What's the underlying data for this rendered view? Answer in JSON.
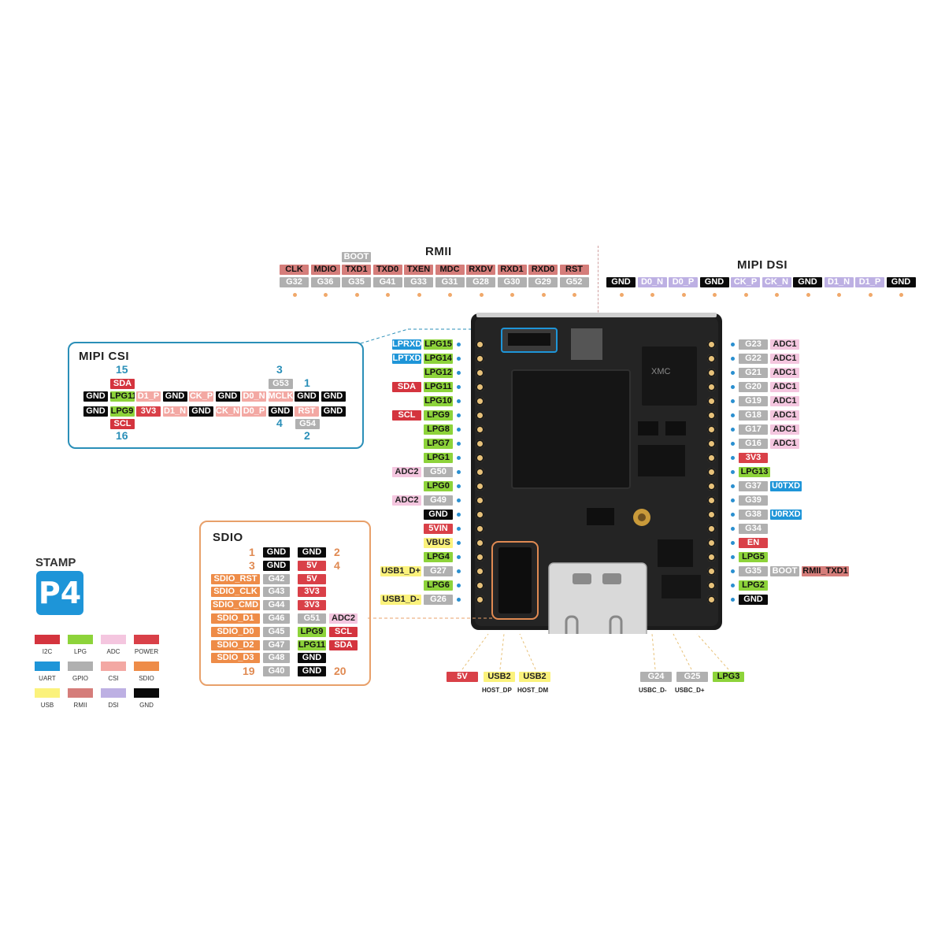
{
  "sections": {
    "rmii": "RMII",
    "mipi_dsi": "MIPI DSI",
    "mipi_csi": "MIPI CSI",
    "sdio": "SDIO"
  },
  "logo": {
    "line1": "STAMP",
    "line2": "P4"
  },
  "legend": [
    {
      "label": "I2C",
      "class": "i2c",
      "color": "#d4343e"
    },
    {
      "label": "LPG",
      "class": "lpg",
      "color": "#8dd33a"
    },
    {
      "label": "ADC",
      "class": "adc",
      "color": "#f4c6df"
    },
    {
      "label": "POWER",
      "class": "power",
      "color": "#d94048"
    },
    {
      "label": "UART",
      "class": "uart",
      "color": "#1e95d8"
    },
    {
      "label": "GPIO",
      "class": "gpio",
      "color": "#b0b0b0"
    },
    {
      "label": "CSI",
      "class": "csi",
      "color": "#f3a8a3"
    },
    {
      "label": "SDIO",
      "class": "sdio",
      "color": "#ee8c48"
    },
    {
      "label": "USB",
      "class": "usb",
      "color": "#fbf27c"
    },
    {
      "label": "RMII",
      "class": "rmii",
      "color": "#d57d7a"
    },
    {
      "label": "DSI",
      "class": "dsi",
      "color": "#bdb0e3"
    },
    {
      "label": "GND",
      "class": "gnd",
      "color": "#0a0a0a"
    }
  ],
  "rmii": {
    "boot": "BOOT",
    "functions": [
      "CLK",
      "MDIO",
      "TXD1",
      "TXD0",
      "TXEN",
      "MDC",
      "RXDV",
      "RXD1",
      "RXD0",
      "RST"
    ],
    "gpios": [
      "G32",
      "G36",
      "G35",
      "G41",
      "G33",
      "G31",
      "G28",
      "G30",
      "G29",
      "G52"
    ]
  },
  "dsi": {
    "pins": [
      {
        "label": "GND",
        "class": "gnd"
      },
      {
        "label": "D0_N",
        "class": "dsi"
      },
      {
        "label": "D0_P",
        "class": "dsi"
      },
      {
        "label": "GND",
        "class": "gnd"
      },
      {
        "label": "CK_P",
        "class": "dsi"
      },
      {
        "label": "CK_N",
        "class": "dsi"
      },
      {
        "label": "GND",
        "class": "gnd"
      },
      {
        "label": "D1_N",
        "class": "dsi"
      },
      {
        "label": "D1_P",
        "class": "dsi"
      },
      {
        "label": "GND",
        "class": "gnd"
      }
    ]
  },
  "left_pins": [
    [
      {
        "label": "LPRXD",
        "class": "uart"
      },
      {
        "label": "LPG15",
        "class": "lpg"
      }
    ],
    [
      {
        "label": "LPTXD",
        "class": "uart"
      },
      {
        "label": "LPG14",
        "class": "lpg"
      }
    ],
    [
      {
        "label": "LPG12",
        "class": "lpg"
      }
    ],
    [
      {
        "label": "SDA",
        "class": "i2c"
      },
      {
        "label": "LPG11",
        "class": "lpg"
      }
    ],
    [
      {
        "label": "LPG10",
        "class": "lpg"
      }
    ],
    [
      {
        "label": "SCL",
        "class": "i2c"
      },
      {
        "label": "LPG9",
        "class": "lpg"
      }
    ],
    [
      {
        "label": "LPG8",
        "class": "lpg"
      }
    ],
    [
      {
        "label": "LPG7",
        "class": "lpg"
      }
    ],
    [
      {
        "label": "LPG1",
        "class": "lpg"
      }
    ],
    [
      {
        "label": "ADC2",
        "class": "adc"
      },
      {
        "label": "G50",
        "class": "gpio"
      }
    ],
    [
      {
        "label": "LPG0",
        "class": "lpg"
      }
    ],
    [
      {
        "label": "ADC2",
        "class": "adc"
      },
      {
        "label": "G49",
        "class": "gpio"
      }
    ],
    [
      {
        "label": "GND",
        "class": "gnd"
      }
    ],
    [
      {
        "label": "5VIN",
        "class": "power"
      }
    ],
    [
      {
        "label": "VBUS",
        "class": "usb"
      }
    ],
    [
      {
        "label": "LPG4",
        "class": "lpg"
      }
    ],
    [
      {
        "label": "USB1_D+",
        "class": "usb"
      },
      {
        "label": "G27",
        "class": "gpio"
      }
    ],
    [
      {
        "label": "LPG6",
        "class": "lpg"
      }
    ],
    [
      {
        "label": "USB1_D-",
        "class": "usb"
      },
      {
        "label": "G26",
        "class": "gpio"
      }
    ]
  ],
  "right_pins": [
    [
      {
        "label": "G23",
        "class": "gpio"
      },
      {
        "label": "ADC1",
        "class": "adc"
      }
    ],
    [
      {
        "label": "G22",
        "class": "gpio"
      },
      {
        "label": "ADC1",
        "class": "adc"
      }
    ],
    [
      {
        "label": "G21",
        "class": "gpio"
      },
      {
        "label": "ADC1",
        "class": "adc"
      }
    ],
    [
      {
        "label": "G20",
        "class": "gpio"
      },
      {
        "label": "ADC1",
        "class": "adc"
      }
    ],
    [
      {
        "label": "G19",
        "class": "gpio"
      },
      {
        "label": "ADC1",
        "class": "adc"
      }
    ],
    [
      {
        "label": "G18",
        "class": "gpio"
      },
      {
        "label": "ADC1",
        "class": "adc"
      }
    ],
    [
      {
        "label": "G17",
        "class": "gpio"
      },
      {
        "label": "ADC1",
        "class": "adc"
      }
    ],
    [
      {
        "label": "G16",
        "class": "gpio"
      },
      {
        "label": "ADC1",
        "class": "adc"
      }
    ],
    [
      {
        "label": "3V3",
        "class": "power"
      }
    ],
    [
      {
        "label": "LPG13",
        "class": "lpg"
      }
    ],
    [
      {
        "label": "G37",
        "class": "gpio"
      },
      {
        "label": "U0TXD",
        "class": "uart"
      }
    ],
    [
      {
        "label": "G39",
        "class": "gpio"
      }
    ],
    [
      {
        "label": "G38",
        "class": "gpio"
      },
      {
        "label": "U0RXD",
        "class": "uart"
      }
    ],
    [
      {
        "label": "G34",
        "class": "gpio"
      }
    ],
    [
      {
        "label": "EN",
        "class": "power"
      }
    ],
    [
      {
        "label": "LPG5",
        "class": "lpg"
      }
    ],
    [
      {
        "label": "G35",
        "class": "gpio"
      },
      {
        "label": "BOOT",
        "class": "gpio"
      },
      {
        "label": "RMII_TXD1",
        "class": "rmii"
      }
    ],
    [
      {
        "label": "LPG2",
        "class": "lpg"
      }
    ],
    [
      {
        "label": "GND",
        "class": "gnd"
      }
    ]
  ],
  "bottom_pins": [
    {
      "label": "5V",
      "class": "power",
      "sub": ""
    },
    {
      "label": "USB2",
      "class": "usb",
      "sub": "HOST_DP"
    },
    {
      "label": "USB2",
      "class": "usb",
      "sub": "HOST_DM"
    },
    {
      "label": "G24",
      "class": "gpio",
      "sub": "USBC_D-"
    },
    {
      "label": "G25",
      "class": "gpio",
      "sub": "USBC_D+"
    },
    {
      "label": "LPG3",
      "class": "lpg",
      "sub": ""
    }
  ],
  "csi": {
    "numbers": {
      "n15": "15",
      "n16": "16",
      "n3": "3",
      "n1": "1",
      "n4": "4",
      "n2": "2"
    },
    "top_extra": [
      {
        "label": "SDA",
        "class": "i2c"
      },
      {
        "label": "G53",
        "class": "gpio"
      }
    ],
    "row1": [
      {
        "label": "GND",
        "class": "gnd"
      },
      {
        "label": "LPG11",
        "class": "lpg"
      },
      {
        "label": "D1_P",
        "class": "csi"
      },
      {
        "label": "GND",
        "class": "gnd"
      },
      {
        "label": "CK_P",
        "class": "csi"
      },
      {
        "label": "GND",
        "class": "gnd"
      },
      {
        "label": "D0_N",
        "class": "csi"
      },
      {
        "label": "MCLK",
        "class": "csi"
      },
      {
        "label": "GND",
        "class": "gnd"
      },
      {
        "label": "GND",
        "class": "gnd"
      }
    ],
    "row2": [
      {
        "label": "GND",
        "class": "gnd"
      },
      {
        "label": "LPG9",
        "class": "lpg"
      },
      {
        "label": "3V3",
        "class": "power"
      },
      {
        "label": "D1_N",
        "class": "csi"
      },
      {
        "label": "GND",
        "class": "gnd"
      },
      {
        "label": "CK_N",
        "class": "csi"
      },
      {
        "label": "D0_P",
        "class": "csi"
      },
      {
        "label": "GND",
        "class": "gnd"
      },
      {
        "label": "RST",
        "class": "csi"
      },
      {
        "label": "GND",
        "class": "gnd"
      }
    ],
    "bottom_extra": [
      {
        "label": "SCL",
        "class": "i2c"
      },
      {
        "label": "G54",
        "class": "gpio"
      }
    ]
  },
  "sdio": {
    "rows": [
      {
        "ln": "1",
        "left": [
          {
            "label": "GND",
            "class": "gnd"
          }
        ],
        "right": [
          {
            "label": "GND",
            "class": "gnd"
          }
        ],
        "rn": "2"
      },
      {
        "ln": "3",
        "left": [
          {
            "label": "GND",
            "class": "gnd"
          }
        ],
        "right": [
          {
            "label": "5V",
            "class": "power"
          }
        ],
        "rn": "4"
      },
      {
        "ln": "",
        "left": [
          {
            "label": "SDIO_RST",
            "class": "sdio"
          },
          {
            "label": "G42",
            "class": "gpio"
          }
        ],
        "right": [
          {
            "label": "5V",
            "class": "power"
          }
        ],
        "rn": ""
      },
      {
        "ln": "",
        "left": [
          {
            "label": "SDIO_CLK",
            "class": "sdio"
          },
          {
            "label": "G43",
            "class": "gpio"
          }
        ],
        "right": [
          {
            "label": "3V3",
            "class": "power"
          }
        ],
        "rn": ""
      },
      {
        "ln": "",
        "left": [
          {
            "label": "SDIO_CMD",
            "class": "sdio"
          },
          {
            "label": "G44",
            "class": "gpio"
          }
        ],
        "right": [
          {
            "label": "3V3",
            "class": "power"
          }
        ],
        "rn": ""
      },
      {
        "ln": "",
        "left": [
          {
            "label": "SDIO_D1",
            "class": "sdio"
          },
          {
            "label": "G46",
            "class": "gpio"
          }
        ],
        "right": [
          {
            "label": "G51",
            "class": "gpio"
          },
          {
            "label": "ADC2",
            "class": "adc"
          }
        ],
        "rn": ""
      },
      {
        "ln": "",
        "left": [
          {
            "label": "SDIO_D0",
            "class": "sdio"
          },
          {
            "label": "G45",
            "class": "gpio"
          }
        ],
        "right": [
          {
            "label": "LPG9",
            "class": "lpg"
          },
          {
            "label": "SCL",
            "class": "i2c"
          }
        ],
        "rn": ""
      },
      {
        "ln": "",
        "left": [
          {
            "label": "SDIO_D2",
            "class": "sdio"
          },
          {
            "label": "G47",
            "class": "gpio"
          }
        ],
        "right": [
          {
            "label": "LPG11",
            "class": "lpg"
          },
          {
            "label": "SDA",
            "class": "i2c"
          }
        ],
        "rn": ""
      },
      {
        "ln": "",
        "left": [
          {
            "label": "SDIO_D3",
            "class": "sdio"
          },
          {
            "label": "G48",
            "class": "gpio"
          }
        ],
        "right": [
          {
            "label": "GND",
            "class": "gnd"
          }
        ],
        "rn": ""
      },
      {
        "ln": "19",
        "left": [
          {
            "label": "G40",
            "class": "gpio"
          }
        ],
        "right": [
          {
            "label": "GND",
            "class": "gnd"
          }
        ],
        "rn": "20"
      }
    ]
  },
  "board": {
    "chip_marking": "XMC"
  }
}
